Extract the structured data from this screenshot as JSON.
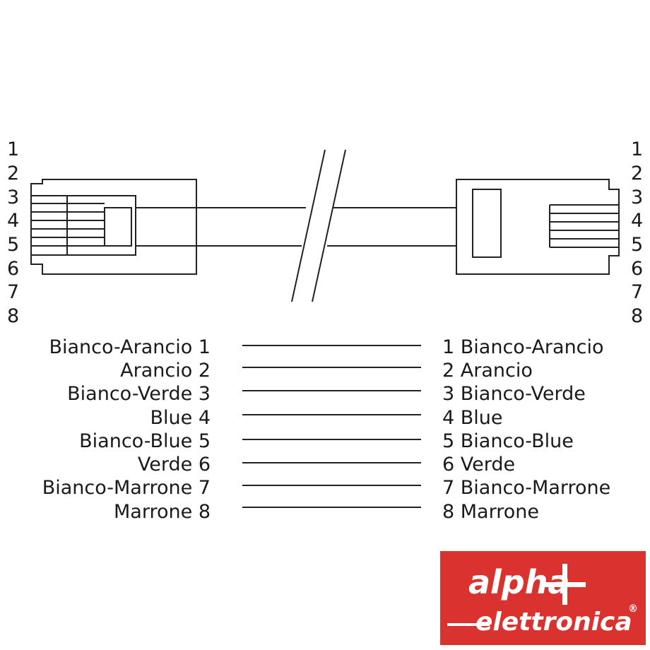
{
  "pins": {
    "left": [
      "1",
      "2",
      "3",
      "4",
      "5",
      "6",
      "7",
      "8"
    ],
    "right": [
      "1",
      "2",
      "3",
      "4",
      "5",
      "6",
      "7",
      "8"
    ]
  },
  "wiring": {
    "left": [
      "Bianco-Arancio 1",
      "Arancio 2",
      "Bianco-Verde 3",
      "Blue 4",
      "Bianco-Blue 5",
      "Verde 6",
      "Bianco-Marrone 7",
      "Marrone 8"
    ],
    "right": [
      "1 Bianco-Arancio",
      "2 Arancio",
      "3 Bianco-Verde",
      "4 Blue",
      "5 Bianco-Blue",
      "6 Verde",
      "7 Bianco-Marrone",
      "8 Marrone"
    ]
  },
  "logo": {
    "line1": "alpha",
    "line2": "elettronica",
    "mark": "®",
    "background": "#d9322f"
  },
  "colors": {
    "ink": "#222222"
  }
}
